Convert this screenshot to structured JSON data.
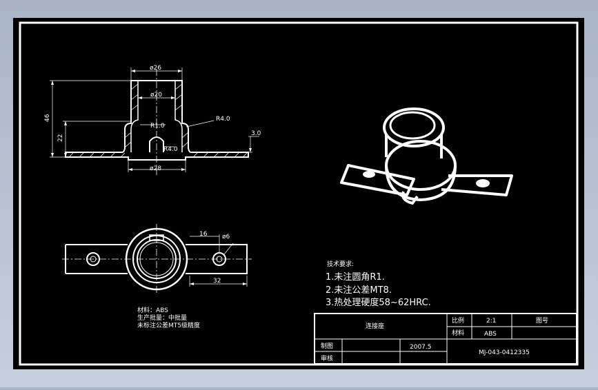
{
  "colors": {
    "background": "#000000",
    "lines": "#ffffff",
    "desktop": "#b8c2d1"
  },
  "dimensions": {
    "top_diameter": "ø26",
    "inner_diameter": "ø20",
    "bottom_diameter": "ø28",
    "height_total": "46",
    "height_flange": "22",
    "thickness": "3.0",
    "radius_outer": "R4.0",
    "radius_inner": "R1.0",
    "radius_slot": "R4.0",
    "flange_offset": "16",
    "hole_diameter": "ø6",
    "hole_spacing": "32"
  },
  "material_notes": [
    "材料：ABS",
    "生产批量：中批量",
    "未标注公差MT5级精度"
  ],
  "technical_requirements": {
    "title": "技术要求:",
    "items": [
      "1.未注圆角R1.",
      "2.未注公差MT8.",
      "3.热处理硬度58~62HRC."
    ]
  },
  "title_block": {
    "part_name": "连接座",
    "scale_label": "比例",
    "scale_value": "2:1",
    "drawing_no_label": "图号",
    "material_label": "材料",
    "material_value": "ABS",
    "drawn_label": "制图",
    "date": "2007.5",
    "checked_label": "审核",
    "drawing_number": "MJ-043-0412335"
  }
}
